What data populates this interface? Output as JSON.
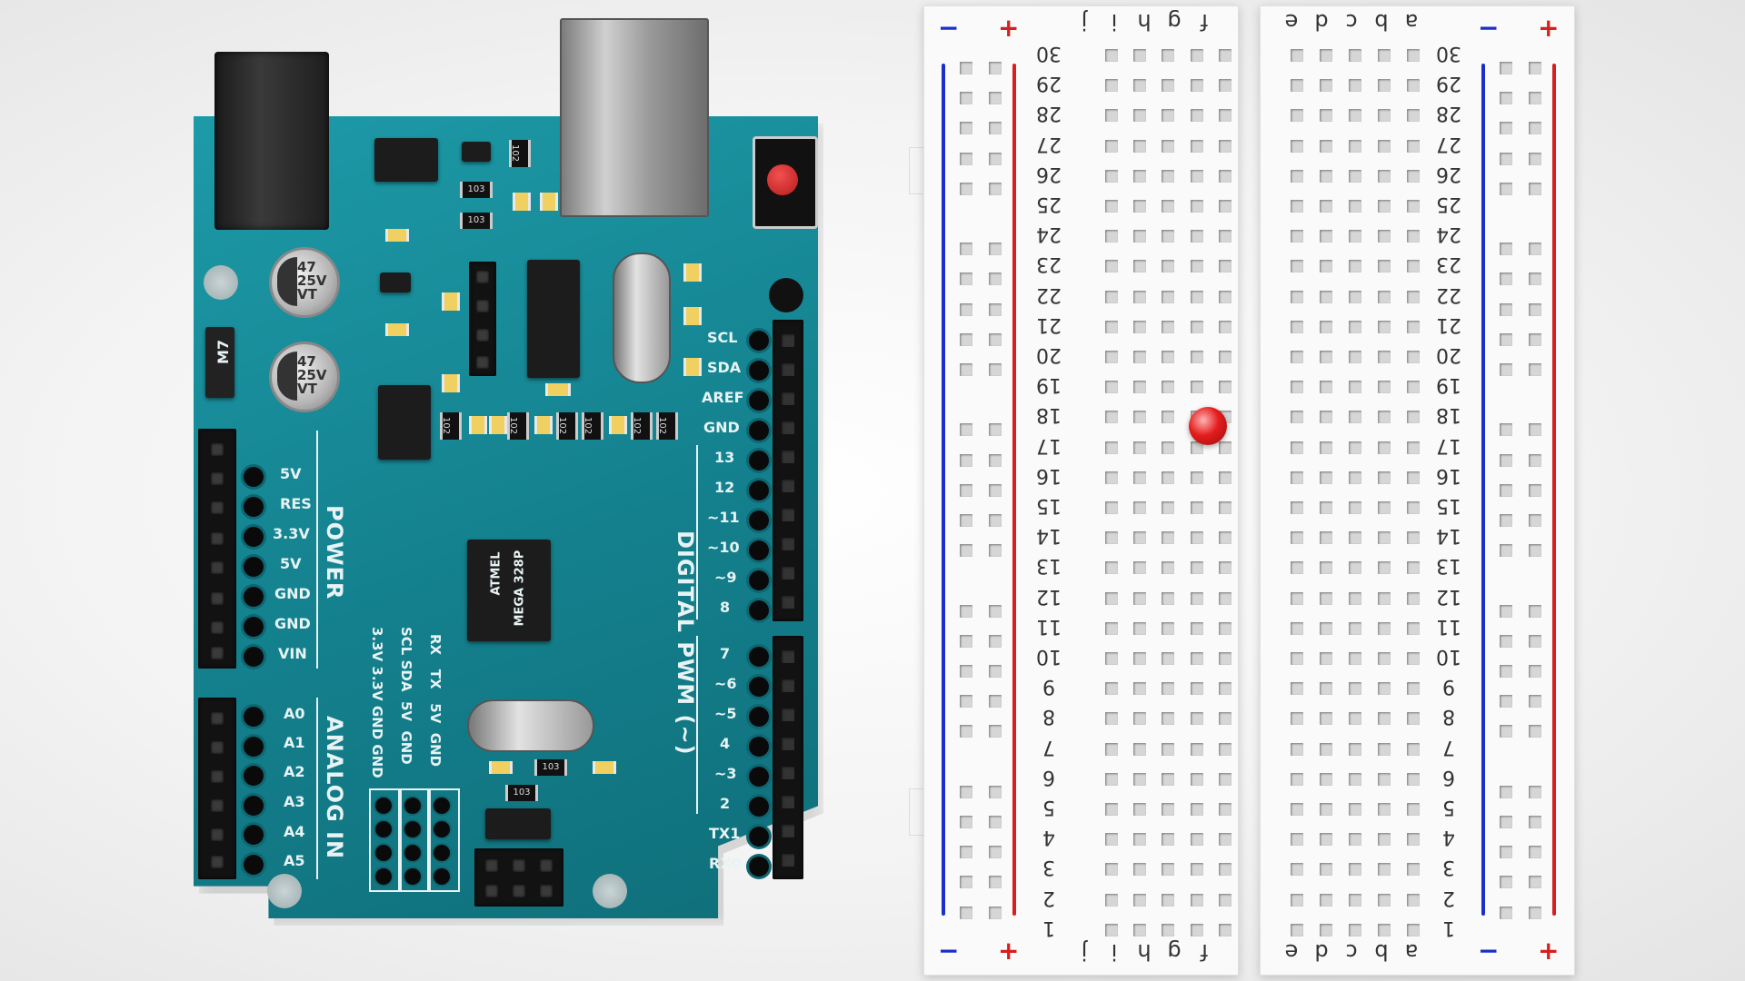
{
  "arduino": {
    "power_header_title": "POWER",
    "analog_header_title": "ANALOG IN",
    "digital_header_title": "DIGITAL PWM (~)",
    "power_pins": [
      "5V",
      "RES",
      "3.3V",
      "5V",
      "GND",
      "GND",
      "VIN"
    ],
    "analog_pins": [
      "A0",
      "A1",
      "A2",
      "A3",
      "A4",
      "A5"
    ],
    "digital_pins_top": [
      "SCL",
      "SDA",
      "AREF",
      "GND",
      "13",
      "12",
      "~11",
      "~10",
      "~9",
      "8"
    ],
    "digital_pins_bottom": [
      "7",
      "~6",
      "~5",
      "4",
      "~3",
      "2",
      "TX1",
      "RX0"
    ],
    "bottom_labels_col1": [
      "3.3V",
      "3.3V",
      "GND",
      "GND"
    ],
    "bottom_labels_col2": [
      "SCL",
      "SDA",
      "5V",
      "GND"
    ],
    "bottom_labels_col3": [
      "RX",
      "TX",
      "5V",
      "GND"
    ],
    "chip_label_line1": "ATMEL",
    "chip_label_line2": "MEGA 328P",
    "cap_label": [
      "47",
      "25V",
      "VT"
    ],
    "diode_label": "M7",
    "resistor_102": "102",
    "resistor_103": "103",
    "accent_color": "#14808d"
  },
  "breadboard": {
    "left_columns": [
      "j",
      "i",
      "h",
      "g",
      "f"
    ],
    "right_columns": [
      "e",
      "d",
      "c",
      "b",
      "a"
    ],
    "rows": [
      "30",
      "29",
      "28",
      "27",
      "26",
      "25",
      "24",
      "23",
      "22",
      "21",
      "20",
      "19",
      "18",
      "17",
      "16",
      "15",
      "14",
      "13",
      "12",
      "11",
      "10",
      "9",
      "8",
      "7",
      "6",
      "5",
      "4",
      "3",
      "2",
      "1"
    ],
    "rail_minus": "−",
    "rail_plus": "+",
    "rail_blue": "#1a2fc9",
    "rail_red": "#d61f1f",
    "led_color": "#e41c1c"
  }
}
